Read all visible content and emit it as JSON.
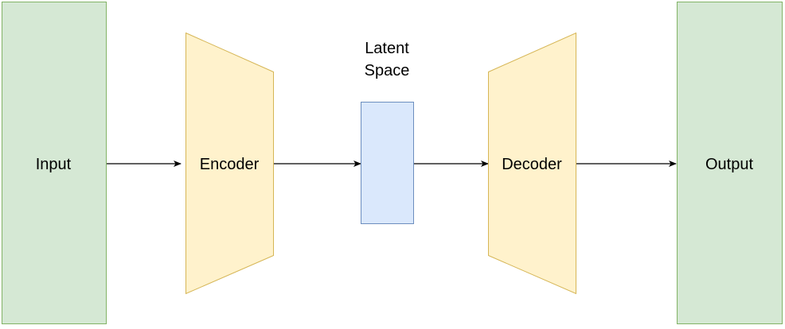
{
  "diagram": {
    "nodes": {
      "input": {
        "label": "Input",
        "shape": "rectangle"
      },
      "encoder": {
        "label": "Encoder",
        "shape": "trapezoid"
      },
      "latent": {
        "label_line1": "Latent",
        "label_line2": "Space",
        "shape": "rectangle"
      },
      "decoder": {
        "label": "Decoder",
        "shape": "trapezoid"
      },
      "output": {
        "label": "Output",
        "shape": "rectangle"
      }
    },
    "edges": [
      {
        "from": "Input",
        "to": "Encoder"
      },
      {
        "from": "Encoder",
        "to": "Latent Space"
      },
      {
        "from": "Latent Space",
        "to": "Decoder"
      },
      {
        "from": "Decoder",
        "to": "Output"
      }
    ],
    "colors": {
      "io_fill": "#d5e8d4",
      "io_stroke": "#82b366",
      "coder_fill": "#fff2cc",
      "coder_stroke": "#d6b656",
      "latent_fill": "#dae8fc",
      "latent_stroke": "#6c8ebf",
      "arrow": "#000000"
    }
  }
}
